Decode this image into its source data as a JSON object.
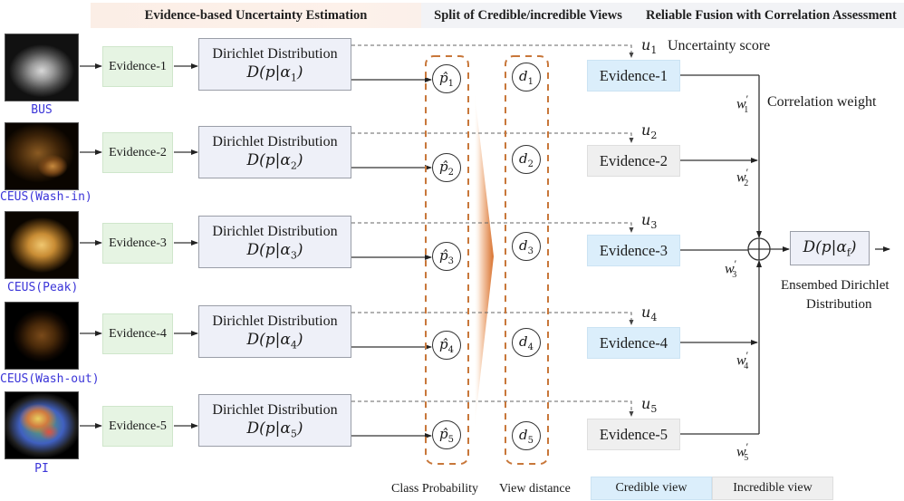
{
  "header": {
    "stage1": "Evidence-based Uncertainty Estimation",
    "stage2": "Split of Credible/incredible Views",
    "stage3": "Reliable Fusion with Correlation Assessment"
  },
  "views": [
    {
      "caption": "BUS",
      "evidence": "Evidence-1",
      "dir_title": "Dirichlet Distribution",
      "dir_formula": "D(p|α",
      "idx": "1",
      "credible": true,
      "image": "grayscale-ultrasound"
    },
    {
      "caption": "CEUS(Wash-in)",
      "evidence": "Evidence-2",
      "dir_title": "Dirichlet Distribution",
      "dir_formula": "D(p|α",
      "idx": "2",
      "credible": false,
      "image": "contrast-ultrasound-wash-in"
    },
    {
      "caption": "CEUS(Peak)",
      "evidence": "Evidence-3",
      "dir_title": "Dirichlet Distribution",
      "dir_formula": "D(p|α",
      "idx": "3",
      "credible": true,
      "image": "contrast-ultrasound-peak"
    },
    {
      "caption": "CEUS(Wash-out)",
      "evidence": "Evidence-4",
      "dir_title": "Dirichlet Distribution",
      "dir_formula": "D(p|α",
      "idx": "4",
      "credible": true,
      "image": "contrast-ultrasound-wash-out"
    },
    {
      "caption": "PI",
      "evidence": "Evidence-5",
      "dir_title": "Dirichlet Distribution",
      "dir_formula": "D(p|α",
      "idx": "5",
      "credible": false,
      "image": "perfusion-imaging-colormap"
    }
  ],
  "symbols": {
    "p_hat": "p̂",
    "d": "d",
    "u": "u",
    "w": "w",
    "prime": "′",
    "close_paren": ")"
  },
  "labels": {
    "uncertainty_score": "Uncertainty score",
    "correlation_weight": "Correlation weight",
    "class_probability": "Class Probability",
    "view_distance": "View distance",
    "ensembled_line1": "Ensembed Dirichlet",
    "ensembled_line2": "Distribution"
  },
  "fusion": {
    "formula": "D(p|α",
    "sub": "f",
    "operator": "⊕"
  },
  "legend": {
    "credible": "Credible view",
    "incredible": "Incredible view"
  },
  "colors": {
    "image_caption": "#3b35d8",
    "evidence_green": "#e6f4e3",
    "credible_blue": "#dbeefb",
    "incredible_grey": "#efefef",
    "dashed_orange": "#c8773a",
    "band_peach": "#fbeee6",
    "band_grey": "#f2f3f6"
  }
}
